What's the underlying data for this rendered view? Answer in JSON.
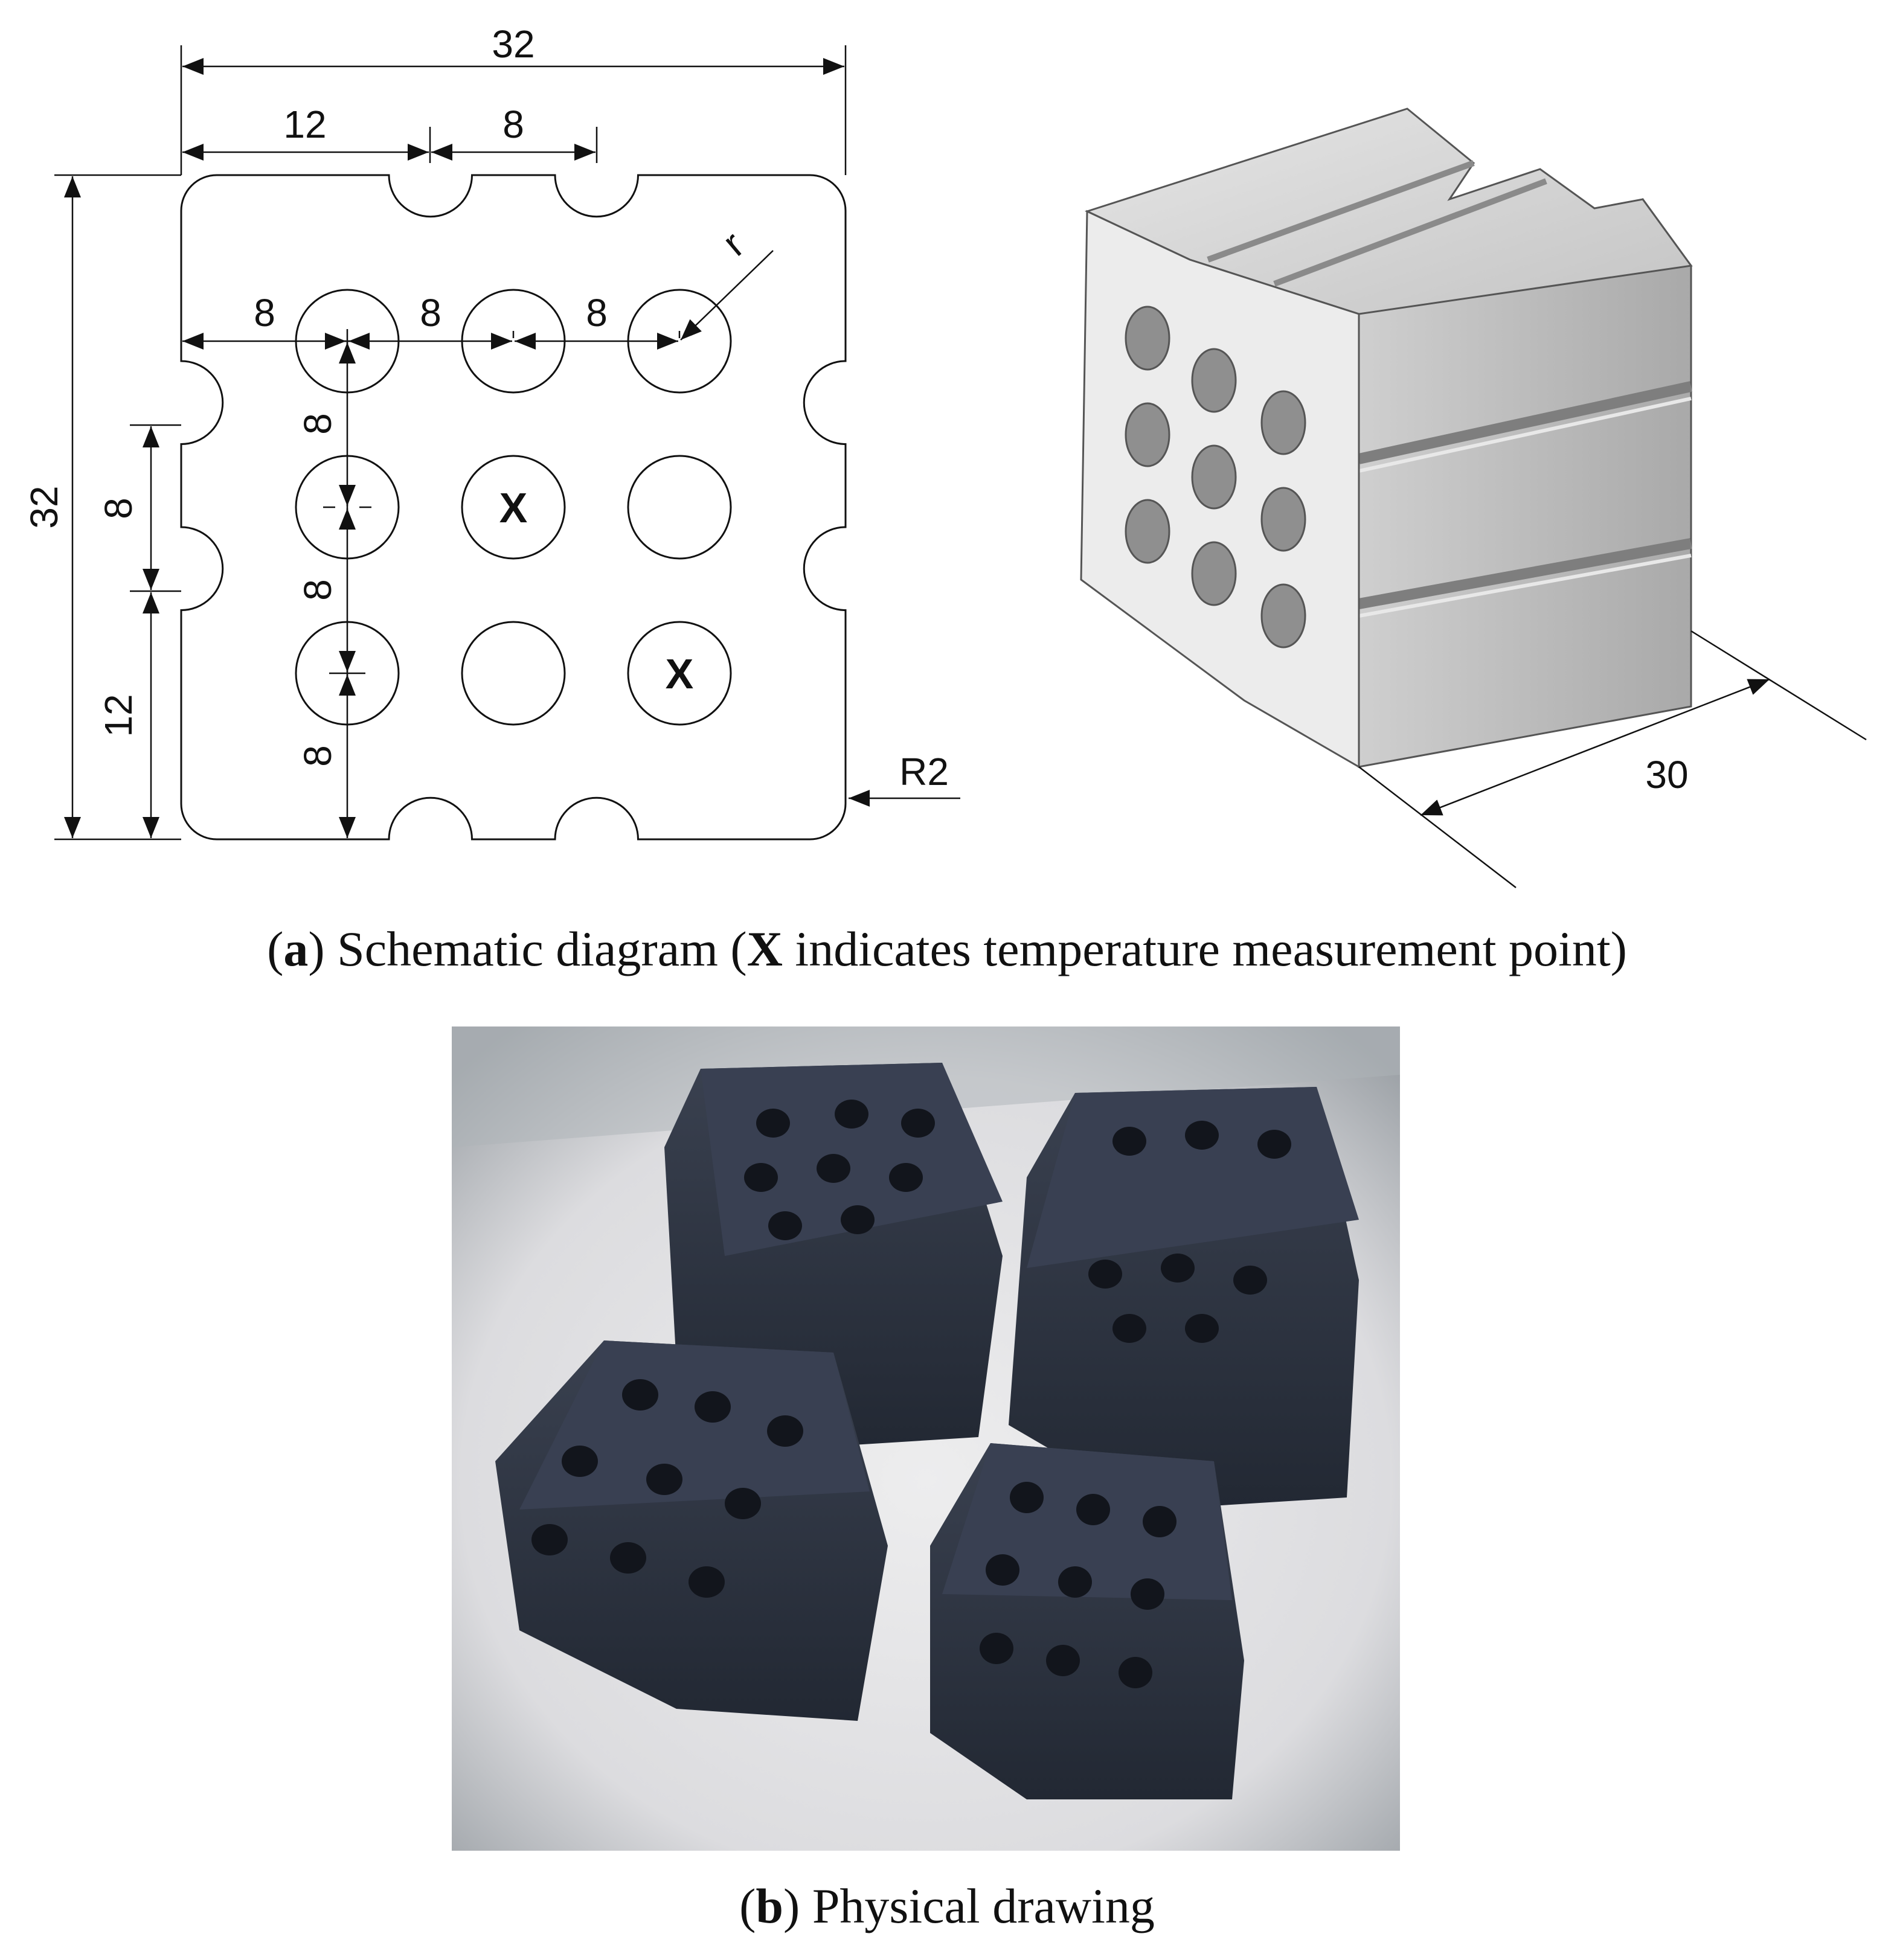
{
  "schematic": {
    "dims": {
      "overall_width": "32",
      "overall_height": "32",
      "top_left_offset": "12",
      "top_notch_pitch": "8",
      "hole_row_offset": "8",
      "hole_pitch_1": "8",
      "hole_pitch_2": "8",
      "radius_label": "r",
      "left_offset_lower": "12",
      "left_notch_pitch": "8",
      "hole_col_v1": "8",
      "hole_col_v2": "8",
      "hole_col_v3": "8",
      "corner_radius": "R2",
      "depth": "30"
    },
    "marker": "X"
  },
  "captions": {
    "a_letter": "a",
    "a_text_1": ") Schematic diagram (",
    "a_bold": "X",
    "a_text_2": " indicates temperature measurement point)",
    "b_letter": "b",
    "b_text": ") Physical drawing"
  }
}
